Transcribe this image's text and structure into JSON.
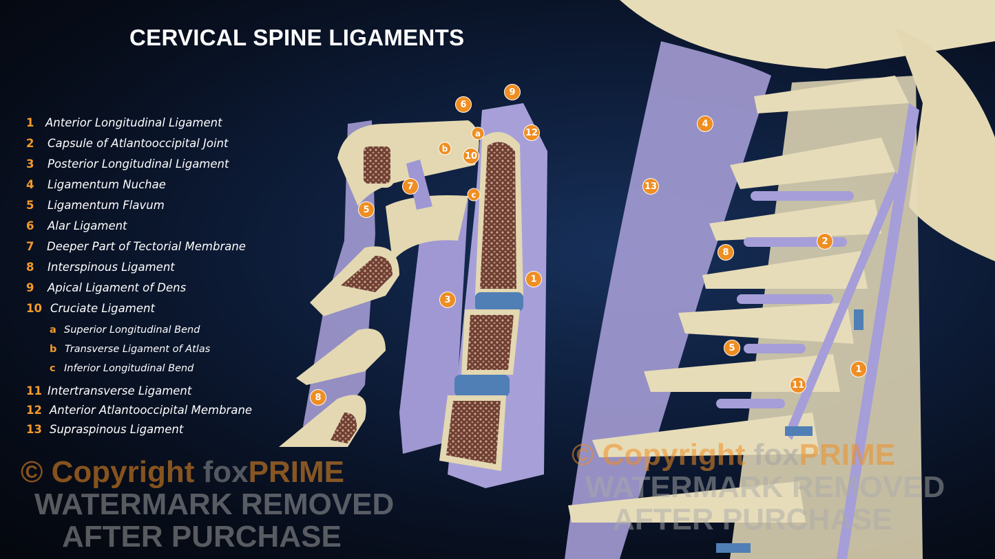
{
  "title": "CERVICAL SPINE LIGAMENTS",
  "legend": [
    {
      "num": "1",
      "label": "Anterior Longitudinal Ligament"
    },
    {
      "num": "2",
      "label": "Capsule of Atlantooccipital Joint"
    },
    {
      "num": "3",
      "label": "Posterior Longitudinal Ligament"
    },
    {
      "num": "4",
      "label": "Ligamentum Nuchae"
    },
    {
      "num": "5",
      "label": "Ligamentum Flavum"
    },
    {
      "num": "6",
      "label": "Alar Ligament"
    },
    {
      "num": "7",
      "label": "Deeper Part of Tectorial Membrane"
    },
    {
      "num": "8",
      "label": "Interspinous Ligament"
    },
    {
      "num": "9",
      "label": "Apical Ligament of Dens"
    },
    {
      "num": "10",
      "label": "Cruciate Ligament"
    },
    {
      "num": "a",
      "label": "Superior Longitudinal Bend"
    },
    {
      "num": "b",
      "label": "Transverse Ligament of Atlas"
    },
    {
      "num": "c",
      "label": "Inferior Longitudinal Bend"
    },
    {
      "num": "11",
      "label": "Intertransverse Ligament"
    },
    {
      "num": "12",
      "label": "Anterior Atlantooccipital Membrane"
    },
    {
      "num": "13",
      "label": "Supraspinous Ligament"
    }
  ],
  "markers_left": [
    "6",
    "9",
    "a",
    "12",
    "b",
    "10",
    "7",
    "c",
    "5",
    "1",
    "3",
    "8"
  ],
  "markers_right": [
    "4",
    "13",
    "2",
    "8",
    "5",
    "11",
    "1"
  ],
  "watermark": {
    "copyright": "© Copyright",
    "fox": "fox",
    "prime": "PRIME",
    "line2": "WATERMARK REMOVED",
    "line3": "AFTER PURCHASE"
  },
  "colors": {
    "accent": "#ef8e22",
    "bone": "#e6dcb8",
    "ligament": "#a9a2d6",
    "marrow": "#7a4a3c"
  }
}
